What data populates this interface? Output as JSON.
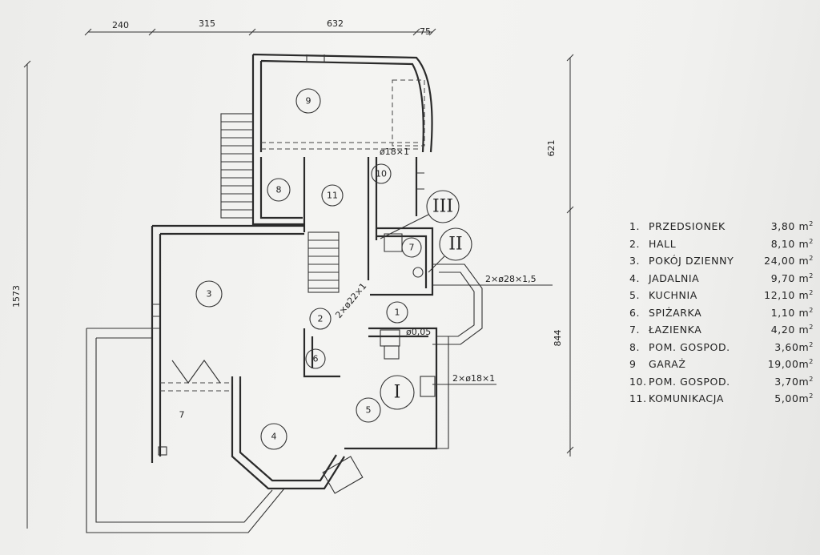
{
  "dimensions": {
    "top": [
      "240",
      "315",
      "632",
      "75"
    ],
    "left": "1573",
    "right_upper": "621",
    "right_lower": "844"
  },
  "room_markers": [
    "1",
    "2",
    "3",
    "4",
    "5",
    "6",
    "7",
    "8",
    "9",
    "10",
    "11"
  ],
  "terrace_marker": "7",
  "installation_markers": [
    "I",
    "II",
    "III"
  ],
  "pipe_labels": {
    "garage": "ø18×1",
    "hall": "2×ø22×1",
    "bathroom": "2×ø28×1,5",
    "kitchen": "ø0,05",
    "kitchen_outer": "2×ø18×1"
  },
  "legend": [
    {
      "num": "1.",
      "name": "PRZEDSIONEK",
      "area": "3,80 m",
      "unit": "2"
    },
    {
      "num": "2.",
      "name": "HALL",
      "area": "8,10 m",
      "unit": "2"
    },
    {
      "num": "3.",
      "name": "POKÓJ DZIENNY",
      "area": "24,00 m",
      "unit": "2"
    },
    {
      "num": "4.",
      "name": "JADALNIA",
      "area": "9,70 m",
      "unit": "2"
    },
    {
      "num": "5.",
      "name": "KUCHNIA",
      "area": "12,10 m",
      "unit": "2"
    },
    {
      "num": "6.",
      "name": "SPIŻARKA",
      "area": "1,10 m",
      "unit": "2"
    },
    {
      "num": "7.",
      "name": "ŁAZIENKA",
      "area": "4,20 m",
      "unit": "2"
    },
    {
      "num": "8.",
      "name": "POM. GOSPOD.",
      "area": "3,60m",
      "unit": "2"
    },
    {
      "num": "9",
      "name": "GARAŻ",
      "area": "19,00m",
      "unit": "2"
    },
    {
      "num": "10.",
      "name": "POM. GOSPOD.",
      "area": "3,70m",
      "unit": "2"
    },
    {
      "num": "11.",
      "name": "KOMUNIKACJA",
      "area": "5,00m",
      "unit": "2"
    }
  ]
}
